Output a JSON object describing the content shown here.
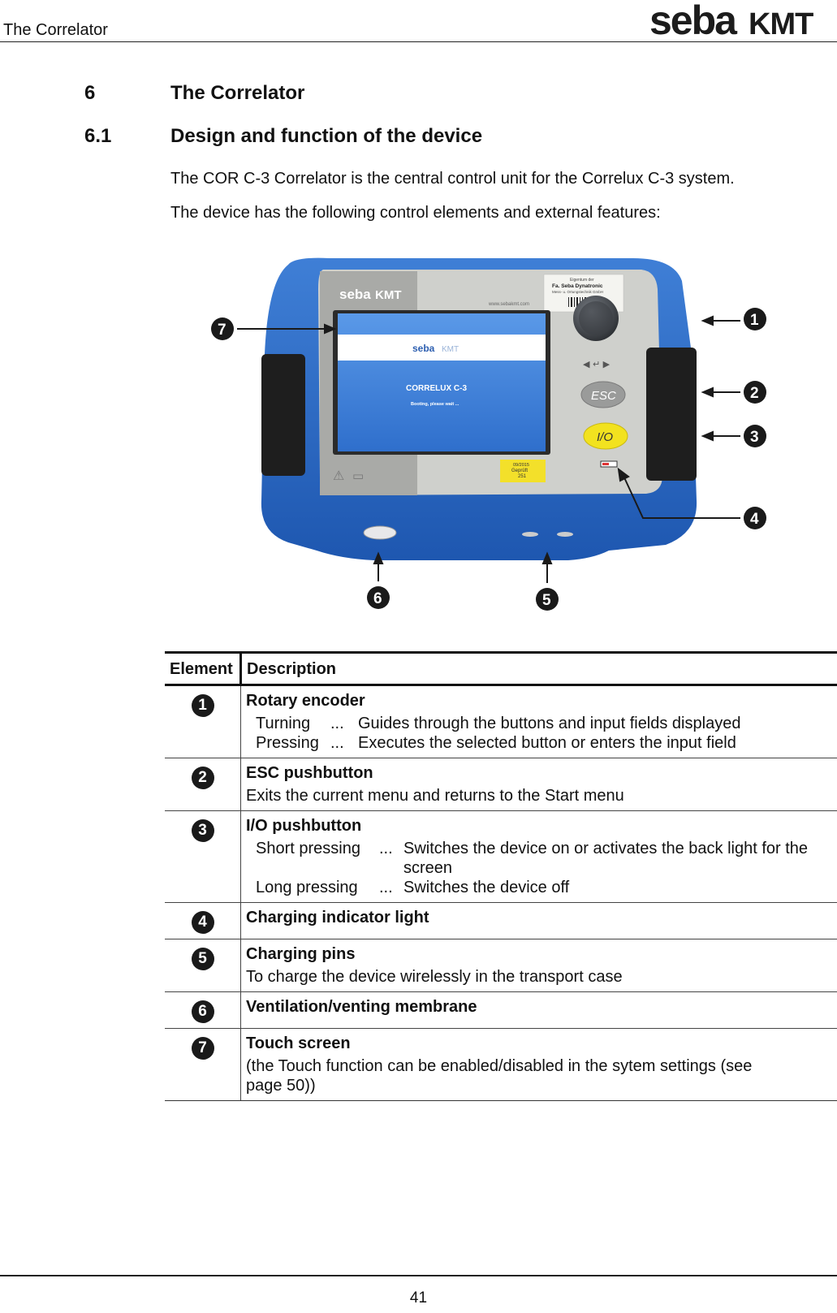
{
  "header": {
    "title": "The Correlator",
    "logo_text_main": "seba",
    "logo_text_brand": "KMT"
  },
  "section": {
    "num": "6",
    "title": "The Correlator"
  },
  "subsection": {
    "num": "6.1",
    "title": "Design and function of the device"
  },
  "paragraphs": [
    "The COR C-3 Correlator is the central control unit for the Correlux C-3 system.",
    "The device has the following control elements and external features:"
  ],
  "device": {
    "brand_main": "seba",
    "brand_sub": "KMT",
    "screen_brand": "seba",
    "screen_brand_sub": "KMT",
    "screen_title": "CORRELUX C-3",
    "screen_status": "Booting, please wait ...",
    "label_line1": "Eigentum der",
    "label_line2": "Fa. Seba Dynatronic",
    "label_line3": "Mess- u. Ortungstechnik GmbH",
    "url": "www.sebakmt.com",
    "esc_label": "ESC",
    "io_label": "I/O",
    "sticker_line1": "09/2015",
    "sticker_line2": "Geprüft",
    "sticker_line3": "251",
    "callouts": [
      "1",
      "2",
      "3",
      "4",
      "5",
      "6",
      "7"
    ]
  },
  "table": {
    "col_element": "Element",
    "col_description": "Description",
    "rows": [
      {
        "num": "1",
        "title": "Rotary encoder",
        "details": [
          {
            "label": "Turning",
            "sep": "...",
            "text": "Guides through the buttons and input fields displayed"
          },
          {
            "label": "Pressing",
            "sep": "...",
            "text": "Executes the selected button or enters the input field"
          }
        ]
      },
      {
        "num": "2",
        "title": "ESC pushbutton",
        "text": "Exits the current menu and returns to the Start menu"
      },
      {
        "num": "3",
        "title": "I/O pushbutton",
        "details": [
          {
            "label": "Short pressing",
            "sep": "...",
            "text": "Switches the device on or activates the back light for the screen"
          },
          {
            "label": "Long pressing",
            "sep": "...",
            "text": "Switches the device off"
          }
        ]
      },
      {
        "num": "4",
        "title": "Charging indicator light"
      },
      {
        "num": "5",
        "title": "Charging pins",
        "text": "To charge the device wirelessly in the transport case"
      },
      {
        "num": "6",
        "title": "Ventilation/venting membrane"
      },
      {
        "num": "7",
        "title": "Touch screen",
        "text": "(the Touch function can be enabled/disabled in the sytem settings (see page 50))"
      }
    ]
  },
  "footer": {
    "page": "41"
  }
}
